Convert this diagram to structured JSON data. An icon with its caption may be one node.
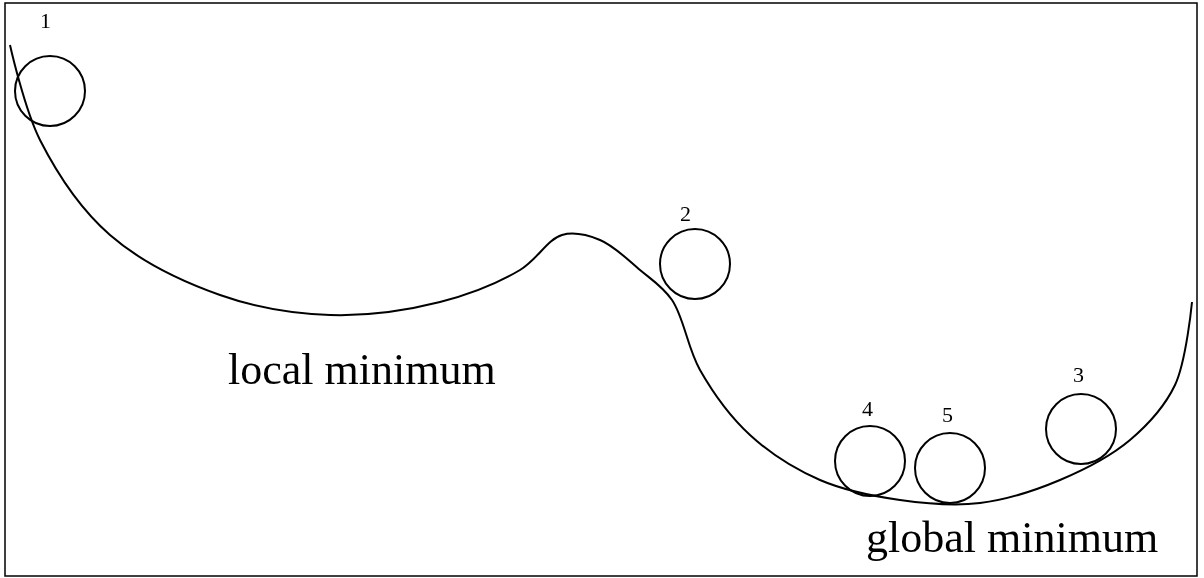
{
  "diagram": {
    "nodes": [
      {
        "text": [],
        "shape": "circle",
        "beside": [
          "1"
        ]
      },
      {
        "text": [],
        "shape": "circle",
        "beside": [
          "2"
        ]
      },
      {
        "text": [],
        "shape": "circle",
        "beside": [
          "4"
        ]
      },
      {
        "text": [],
        "shape": "circle",
        "beside": [
          "5"
        ]
      },
      {
        "text": [],
        "shape": "circle",
        "beside": [
          "3"
        ]
      }
    ],
    "labels": [
      "local minimum",
      "global minimum"
    ]
  }
}
